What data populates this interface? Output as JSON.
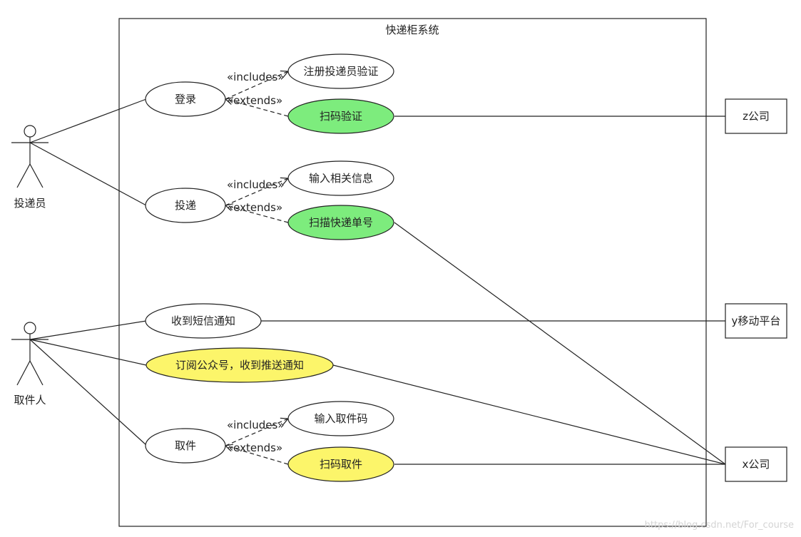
{
  "system": {
    "title": "快递柜系统"
  },
  "actors": {
    "courier": "投递员",
    "recipient": "取件人"
  },
  "usecases": {
    "login": "登录",
    "register_verify": "注册投递员验证",
    "scan_verify": "扫码验证",
    "deliver": "投递",
    "input_info": "输入相关信息",
    "scan_tracking": "扫描快递单号",
    "sms_notify": "收到短信通知",
    "subscribe_push": "订阅公众号，收到推送通知",
    "pickup": "取件",
    "input_code": "输入取件码",
    "scan_pickup": "扫码取件"
  },
  "stereotypes": {
    "includes": "«includes»",
    "extends": "«extends»"
  },
  "externals": {
    "z_company": "z公司",
    "y_mobile": "y移动平台",
    "x_company": "x公司"
  },
  "colors": {
    "green": "#7dec7d",
    "yellow": "#fcf56a",
    "white": "#ffffff",
    "line": "#222222"
  },
  "watermark": "https://blog.csdn.net/For_course"
}
